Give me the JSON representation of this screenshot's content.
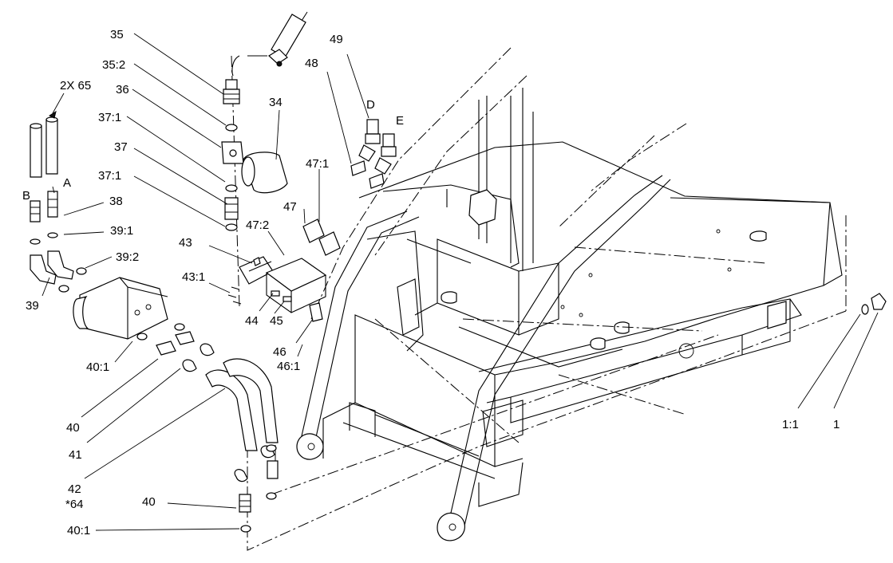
{
  "callouts": [
    {
      "id": "35",
      "text": "35"
    },
    {
      "id": "35_2",
      "text": "35:2"
    },
    {
      "id": "36",
      "text": "36"
    },
    {
      "id": "37_1a",
      "text": "37:1"
    },
    {
      "id": "37",
      "text": "37"
    },
    {
      "id": "37_1b",
      "text": "37:1"
    },
    {
      "id": "34",
      "text": "34"
    },
    {
      "id": "2x65",
      "text": "2X 65"
    },
    {
      "id": "A",
      "text": "A"
    },
    {
      "id": "B",
      "text": "B"
    },
    {
      "id": "38",
      "text": "38"
    },
    {
      "id": "39_1",
      "text": "39:1"
    },
    {
      "id": "39_2",
      "text": "39:2"
    },
    {
      "id": "39",
      "text": "39"
    },
    {
      "id": "43",
      "text": "43"
    },
    {
      "id": "43_1",
      "text": "43:1"
    },
    {
      "id": "47",
      "text": "47"
    },
    {
      "id": "47_1",
      "text": "47:1"
    },
    {
      "id": "47_2",
      "text": "47:2"
    },
    {
      "id": "48",
      "text": "48"
    },
    {
      "id": "49",
      "text": "49"
    },
    {
      "id": "D",
      "text": "D"
    },
    {
      "id": "E",
      "text": "E"
    },
    {
      "id": "44",
      "text": "44"
    },
    {
      "id": "45",
      "text": "45"
    },
    {
      "id": "46",
      "text": "46"
    },
    {
      "id": "46_1",
      "text": "46:1"
    },
    {
      "id": "40_1a",
      "text": "40:1"
    },
    {
      "id": "40a",
      "text": "40"
    },
    {
      "id": "41",
      "text": "41"
    },
    {
      "id": "42",
      "text": "42"
    },
    {
      "id": "64",
      "text": "*64"
    },
    {
      "id": "40b",
      "text": "40"
    },
    {
      "id": "40_1b",
      "text": "40:1"
    },
    {
      "id": "1_1",
      "text": "1:1"
    },
    {
      "id": "1",
      "text": "1"
    }
  ]
}
